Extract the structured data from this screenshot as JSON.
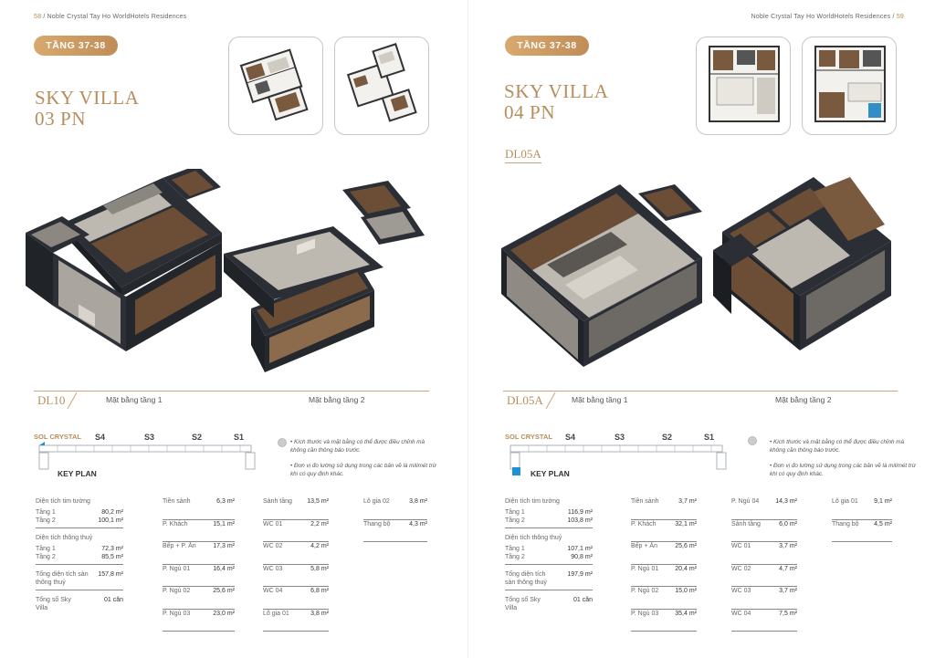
{
  "left": {
    "page_number": "58",
    "running_title": "Noble Crystal Tay Ho WorldHotels Residences",
    "floor_pill": "TẦNG  37-38",
    "title_line1": "SKY VILLA",
    "title_line2": "03 PN",
    "unit_code": "DL10",
    "floor1_label": "Mặt bằng tầng 1",
    "floor2_label": "Mặt bằng tầng 2",
    "keyplan": {
      "title": "SOL CRYSTAL",
      "labels": [
        "S4",
        "S3",
        "S2",
        "S1"
      ],
      "key_plan_label": "KEY PLAN"
    },
    "notes": [
      "• Kích thước và mặt bằng có thể được điều chỉnh mà không cần thông báo trước.",
      "• Đơn vị đo lường sử dụng trong các bản vẽ là milimét trừ khi có quy định khác."
    ],
    "summary": {
      "area_heading": "Diện tích tim tường",
      "area_rows": [
        {
          "label": "Tầng 1",
          "value": "80,2 m²"
        },
        {
          "label": "Tầng 2",
          "value": "100,1 m²"
        }
      ],
      "net_heading": "Diện tích thông thuỷ",
      "net_rows": [
        {
          "label": "Tầng 1",
          "value": "72,3 m²"
        },
        {
          "label": "Tầng 2",
          "value": "85,5 m²"
        }
      ],
      "total_label": "Tổng diện tích sàn thông thuỷ",
      "total_value": "157,8 m²",
      "count_label": "Tổng số Sky Villa",
      "count_value": "01 căn"
    },
    "rooms_col1": [
      {
        "label": "Tiền sảnh",
        "value": "6,3 m²"
      },
      {
        "label": "P. Khách",
        "value": "15,1 m²"
      },
      {
        "label": "Bếp + P. Ăn",
        "value": "17,3 m²"
      },
      {
        "label": "P. Ngủ 01",
        "value": "16,4 m²"
      },
      {
        "label": "P. Ngủ 02",
        "value": "25,6 m²"
      },
      {
        "label": "P. Ngủ 03",
        "value": "23,0 m²"
      }
    ],
    "rooms_col2": [
      {
        "label": "Sảnh tầng",
        "value": "13,5 m²"
      },
      {
        "label": "WC 01",
        "value": "2,2 m²"
      },
      {
        "label": "WC 02",
        "value": "4,2 m²"
      },
      {
        "label": "WC 03",
        "value": "5,8 m²"
      },
      {
        "label": "WC 04",
        "value": "6,8 m²"
      },
      {
        "label": "Lô gia 01",
        "value": "3,8 m²"
      }
    ],
    "rooms_col3": [
      {
        "label": "Lô gia 02",
        "value": "3,8 m²"
      },
      {
        "label": "Thang bộ",
        "value": "4,3 m²"
      }
    ]
  },
  "right": {
    "page_number": "59",
    "running_title": "Noble Crystal Tay Ho WorldHotels Residences",
    "floor_pill": "TẦNG  37-38",
    "title_line1": "SKY VILLA",
    "title_line2": "04 PN",
    "unit_code_small": "DL05A",
    "unit_code": "DL05A",
    "floor1_label": "Mặt bằng tầng 1",
    "floor2_label": "Mặt bằng tầng 2",
    "keyplan": {
      "title": "SOL CRYSTAL",
      "labels": [
        "S4",
        "S3",
        "S2",
        "S1"
      ],
      "key_plan_label": "KEY PLAN"
    },
    "notes": [
      "• Kích thước và mặt bằng có thể được điều chỉnh mà không cần thông báo trước.",
      "• Đơn vị đo lường sử dụng trong các bản vẽ là milimét trừ khi có quy định khác."
    ],
    "summary": {
      "area_heading": "Diện tích tim tường",
      "area_rows": [
        {
          "label": "Tầng 1",
          "value": "116,9 m²"
        },
        {
          "label": "Tầng 2",
          "value": "103,8 m²"
        }
      ],
      "net_heading": "Diện tích thông thuỷ",
      "net_rows": [
        {
          "label": "Tầng 1",
          "value": "107,1 m²"
        },
        {
          "label": "Tầng 2",
          "value": "90,8 m²"
        }
      ],
      "total_label": "Tổng diện tích sàn thông thuỷ",
      "total_value": "197,9 m²",
      "count_label": "Tổng số Sky Villa",
      "count_value": "01 căn"
    },
    "rooms_col1": [
      {
        "label": "Tiền sảnh",
        "value": "3,7 m²"
      },
      {
        "label": "P. Khách",
        "value": "32,1 m²"
      },
      {
        "label": "Bếp + Ăn",
        "value": "25,6 m²"
      },
      {
        "label": "P. Ngủ 01",
        "value": "20,4 m²"
      },
      {
        "label": "P. Ngủ 02",
        "value": "15,0 m²"
      },
      {
        "label": "P. Ngủ 03",
        "value": "35,4 m²"
      }
    ],
    "rooms_col2": [
      {
        "label": "P. Ngủ 04",
        "value": "14,3 m²"
      },
      {
        "label": "Sảnh tầng",
        "value": "6,0 m²"
      },
      {
        "label": "WC 01",
        "value": "3,7 m²"
      },
      {
        "label": "WC 02",
        "value": "4,7 m²"
      },
      {
        "label": "WC 03",
        "value": "3,7 m²"
      },
      {
        "label": "WC 04",
        "value": "7,5 m²"
      }
    ],
    "rooms_col3": [
      {
        "label": "Lô gia 01",
        "value": "9,1 m²"
      },
      {
        "label": "Thang bộ",
        "value": "4,5 m²"
      }
    ]
  },
  "colors": {
    "gold": "#b78d5d",
    "pill_gradient_start": "#d8a96e",
    "pill_gradient_end": "#c08d57",
    "floor_wood": "#6b4e35",
    "floor_stone": "#b8b3ab",
    "walls": "#2b2f35",
    "keyplan_highlight": "#1e90d6"
  }
}
